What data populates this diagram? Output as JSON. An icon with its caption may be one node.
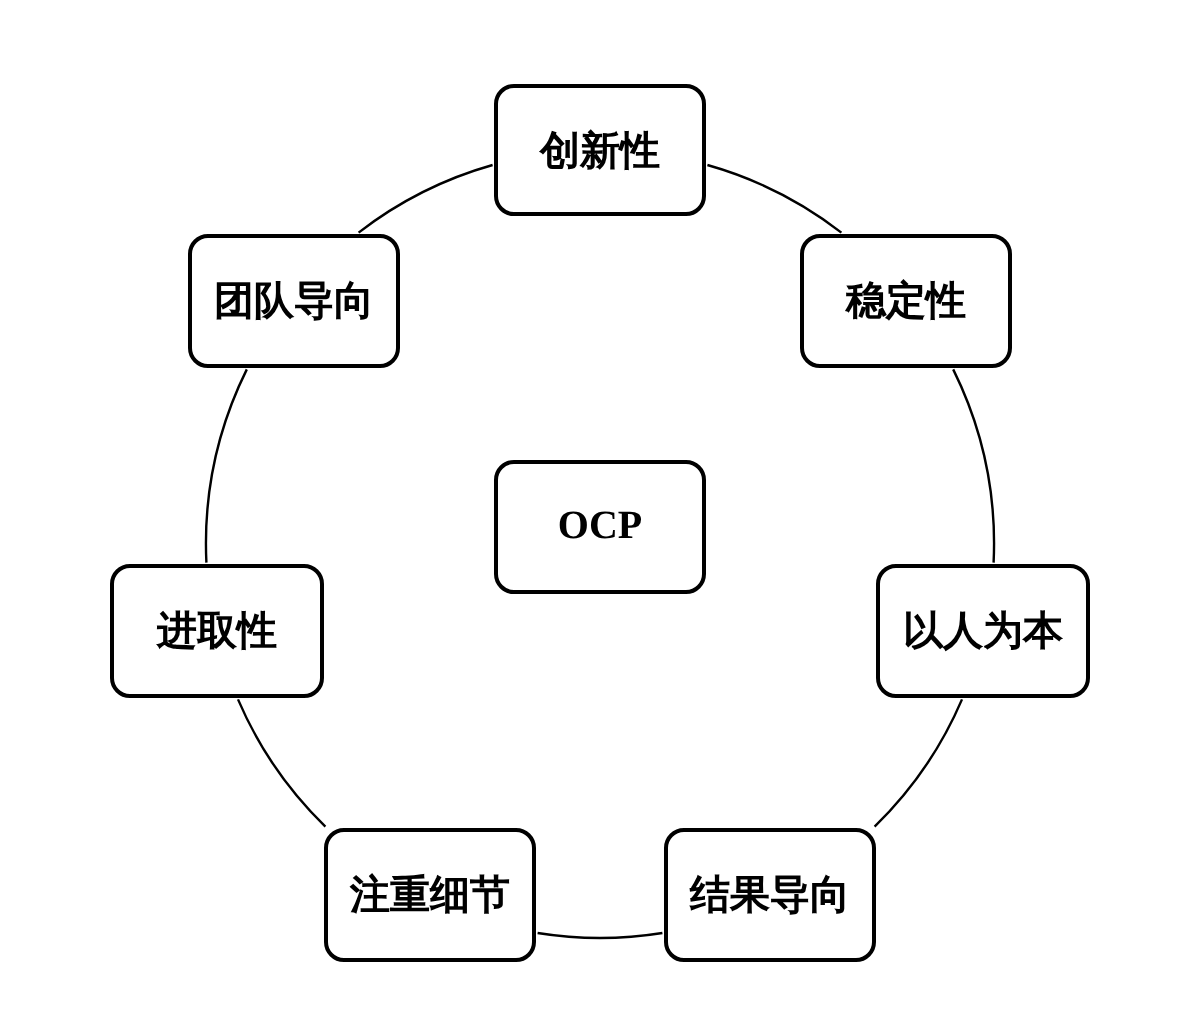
{
  "diagram": {
    "nodes": [
      {
        "text": [
          "创新性"
        ]
      },
      {
        "text": [
          "团队导向"
        ]
      },
      {
        "text": [
          "稳定性"
        ]
      },
      {
        "text": [
          "OCP"
        ]
      },
      {
        "text": [
          "进取性"
        ]
      },
      {
        "text": [
          "以人为本"
        ]
      },
      {
        "text": [
          "注重细节"
        ]
      },
      {
        "text": [
          "结果导向"
        ]
      }
    ],
    "edges": [
      {
        "from": 0,
        "to": 2,
        "arrow": "none"
      },
      {
        "from": 2,
        "to": 5,
        "arrow": "none"
      },
      {
        "from": 5,
        "to": 7,
        "arrow": "none"
      },
      {
        "from": 7,
        "to": 6,
        "arrow": "none"
      },
      {
        "from": 6,
        "to": 4,
        "arrow": "none"
      },
      {
        "from": 4,
        "to": 1,
        "arrow": "none"
      },
      {
        "from": 1,
        "to": 0,
        "arrow": "none"
      }
    ]
  }
}
